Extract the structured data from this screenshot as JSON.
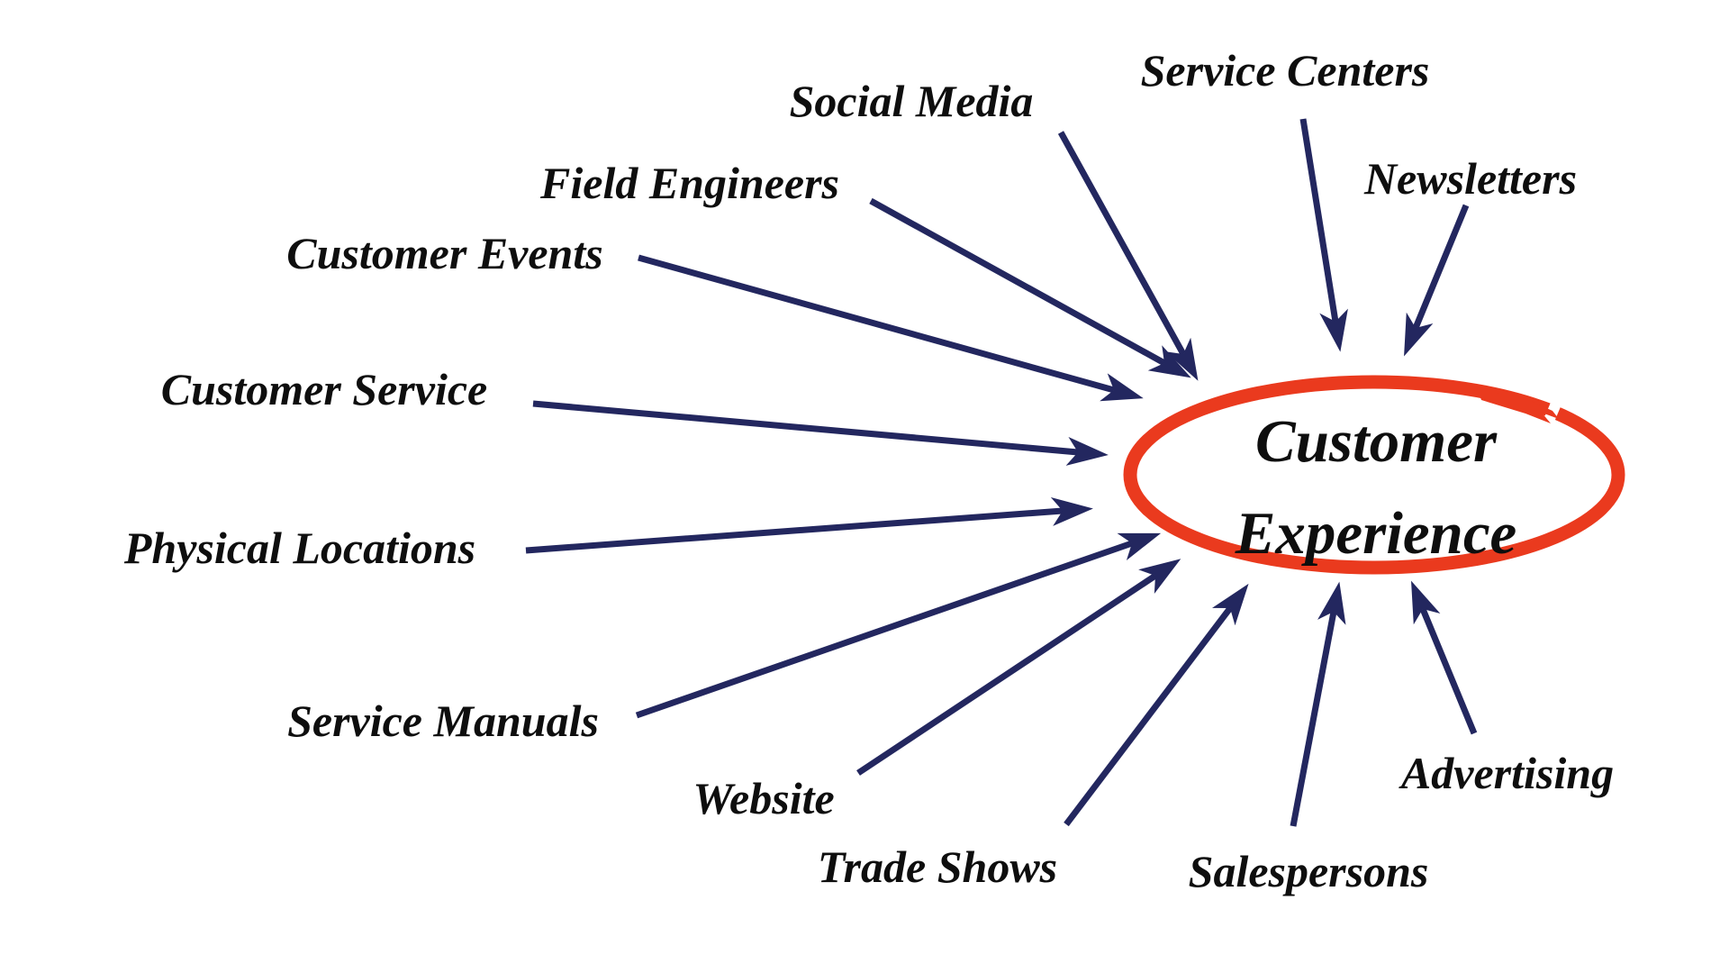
{
  "diagram": {
    "center": {
      "line1": "Customer",
      "line2": "Experience"
    },
    "sources": [
      {
        "label": "Social Media"
      },
      {
        "label": "Service Centers"
      },
      {
        "label": "Newsletters"
      },
      {
        "label": "Field Engineers"
      },
      {
        "label": "Customer Events"
      },
      {
        "label": "Customer Service"
      },
      {
        "label": "Physical Locations"
      },
      {
        "label": "Service Manuals"
      },
      {
        "label": "Website"
      },
      {
        "label": "Trade Shows"
      },
      {
        "label": "Salespersons"
      },
      {
        "label": "Advertising"
      }
    ],
    "colors": {
      "ring": "#ea3a1e",
      "arrow": "#23275f",
      "label": "#0e0e0e",
      "background": "#ffffff"
    }
  }
}
